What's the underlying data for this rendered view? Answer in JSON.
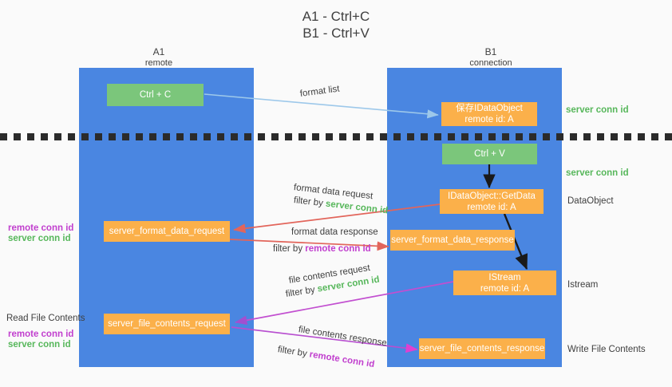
{
  "title": {
    "line1": "A1 - Ctrl+C",
    "line2": "B1 - Ctrl+V"
  },
  "columns": [
    {
      "name": "A1",
      "sub": "remote"
    },
    {
      "name": "B1",
      "sub": "connection"
    }
  ],
  "boxes": {
    "ctrl_c": {
      "label": "Ctrl + C",
      "color": "#7bc67b"
    },
    "ctrl_v": {
      "label": "Ctrl + V",
      "color": "#7bc67b"
    },
    "save_dataobject": {
      "line1": "保存IDataObject",
      "line2": "remote id: A",
      "color": "#fbb04a"
    },
    "getdata": {
      "line1": "IDataObject::GetData",
      "line2": "remote id: A",
      "color": "#fbb04a"
    },
    "istream": {
      "line1": "IStream",
      "line2": "remote id: A",
      "color": "#fbb04a"
    },
    "format_data_request": {
      "label": "server_format_data_request",
      "color": "#fbb04a"
    },
    "format_data_response": {
      "label": "server_format_data_response",
      "color": "#fbb04a"
    },
    "file_contents_request": {
      "label": "server_file_contents_request",
      "color": "#fbb04a"
    },
    "file_contents_response": {
      "label": "server_file_contents_response",
      "color": "#fbb04a"
    }
  },
  "edge_labels": {
    "format_list": "format list",
    "format_data_request": "format data request",
    "format_data_request_filter_prefix": "filter by ",
    "format_data_request_filter_value": "server conn id",
    "format_data_response": "format data response",
    "format_data_response_filter_prefix": "filter by ",
    "format_data_response_filter_value": "remote conn id",
    "file_contents_request": "file contents request",
    "file_contents_request_filter_prefix": "filter by ",
    "file_contents_request_filter_value": "server conn id",
    "file_contents_response": "file contents response",
    "file_contents_response_filter_prefix": "filter by ",
    "file_contents_response_filter_value": "remote conn id"
  },
  "side_labels": {
    "right_server_conn_id_top": "server conn id",
    "right_server_conn_id_mid": "server conn id",
    "right_dataobject": "DataObject",
    "right_istream": "Istream",
    "right_write_file_contents": "Write File Contents",
    "left_remote_conn_id_1": "remote conn id",
    "left_server_conn_id_1": "server conn id",
    "left_read_file_contents": "Read File Contents",
    "left_remote_conn_id_2": "remote conn id",
    "left_server_conn_id_2": "server conn id"
  },
  "colors": {
    "lane_blue": "#4a86e1",
    "box_orange": "#fbb04a",
    "box_green": "#7bc67b",
    "text_green": "#57b75b",
    "text_purple": "#c13fce",
    "arrow_lightblue": "#9dc8ea",
    "arrow_red": "#e2655b",
    "arrow_magenta": "#e040d0",
    "arrow_purple": "#a24fd0",
    "arrow_black": "#1a1a1a",
    "background": "#fafafa"
  }
}
